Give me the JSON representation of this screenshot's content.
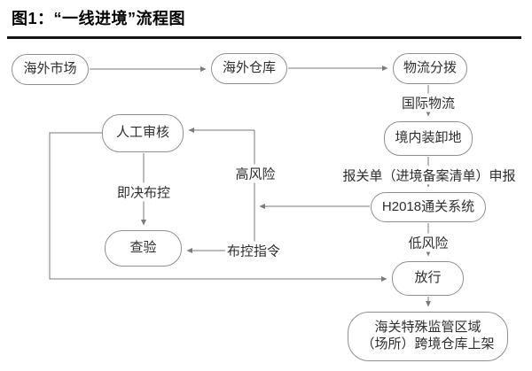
{
  "title": "图1：“一线进境”流程图",
  "nodes": {
    "overseas_market": {
      "label": "海外市场"
    },
    "overseas_warehouse": {
      "label": "海外仓库"
    },
    "logistics_distribution": {
      "label": "物流分拨"
    },
    "domestic_unloading": {
      "label": "境内装卸地"
    },
    "h2018_system": {
      "label": "H2018通关系统"
    },
    "manual_review": {
      "label": "人工审核"
    },
    "inspection": {
      "label": "查验"
    },
    "release": {
      "label": "放行"
    },
    "bonded_shelving": {
      "label": "海关特殊监管区域（场所）跨境仓库上架",
      "line1": "海关特殊监管区域",
      "line2": "（场所）跨境仓库上架"
    }
  },
  "edge_labels": {
    "international_logistics": "国际物流",
    "declaration": "报关单（进境备案清单）申报",
    "low_risk": "低风险",
    "high_risk": "高风险",
    "control_instruction": "布控指令",
    "immediate_control": "即决布控"
  },
  "edges": [
    {
      "from": "海外市场",
      "to": "海外仓库",
      "label": ""
    },
    {
      "from": "海外仓库",
      "to": "物流分拨",
      "label": ""
    },
    {
      "from": "物流分拨",
      "to": "境内装卸地",
      "label": "国际物流"
    },
    {
      "from": "境内装卸地",
      "to": "H2018通关系统",
      "label": "报关单（进境备案清单）申报"
    },
    {
      "from": "H2018通关系统",
      "to": "放行",
      "label": "低风险"
    },
    {
      "from": "H2018通关系统",
      "to": "人工审核",
      "label": "高风险"
    },
    {
      "from": "H2018通关系统",
      "to": "查验",
      "label": "布控指令"
    },
    {
      "from": "人工审核",
      "to": "查验",
      "label": "即决布控"
    },
    {
      "from": "人工审核",
      "to": "放行",
      "label": ""
    },
    {
      "from": "放行",
      "to": "海关特殊监管区域（场所）跨境仓库上架",
      "label": ""
    }
  ],
  "colors": {
    "line": "#7a7a7a",
    "node_border": "#8f8f8f",
    "text": "#2e2e2e",
    "rule": "#141414"
  }
}
